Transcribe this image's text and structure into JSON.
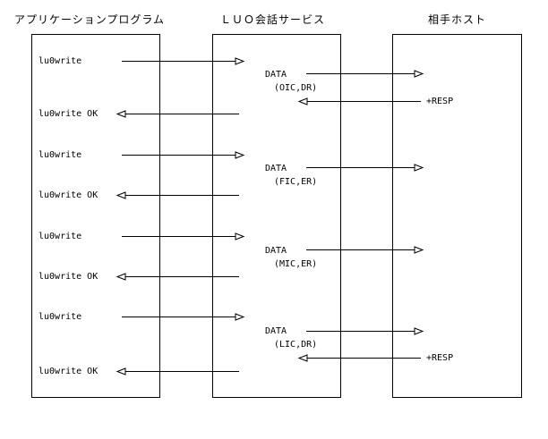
{
  "columns": {
    "app": "アプリケーションプログラム",
    "luo": "ＬＵＯ会話サービス",
    "peer": "相手ホスト"
  },
  "sequence": [
    {
      "call": "lu0write",
      "data": "DATA",
      "params": "(OIC,DR)",
      "resp": "+RESP",
      "ok": "lu0write OK"
    },
    {
      "call": "lu0write",
      "data": "DATA",
      "params": "(FIC,ER)",
      "resp": "",
      "ok": "lu0write OK"
    },
    {
      "call": "lu0write",
      "data": "DATA",
      "params": "(MIC,ER)",
      "resp": "",
      "ok": "lu0write OK"
    },
    {
      "call": "lu0write",
      "data": "DATA",
      "params": "(LIC,DR)",
      "resp": "+RESP",
      "ok": "lu0write OK"
    }
  ]
}
